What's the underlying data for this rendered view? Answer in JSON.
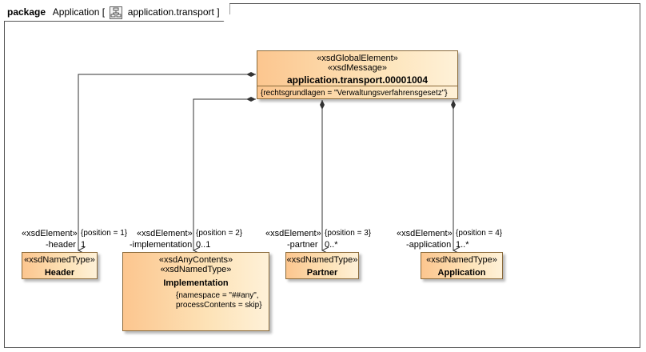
{
  "package": {
    "keyword": "package",
    "name": "Application",
    "bracket_open": "[",
    "diagram_name": "application.transport",
    "bracket_close": "]"
  },
  "root": {
    "stereotypes": [
      "«xsdGlobalElement»",
      "«xsdMessage»"
    ],
    "name": "application.transport.00001004",
    "tag": "{rechtsgrundlagen = \"Verwaltungsverfahrensgesetz\"}"
  },
  "children": [
    {
      "stereotype_edge": "«xsdElement»",
      "position_tag": "{position = 1}",
      "role": "-header",
      "multiplicity": "1",
      "stereotypes": [
        "«xsdNamedType»"
      ],
      "name": "Header"
    },
    {
      "stereotype_edge": "«xsdElement»",
      "position_tag": "{position = 2}",
      "role": "-implementation",
      "multiplicity": "0..1",
      "stereotypes": [
        "«xsdAnyContents»",
        "«xsdNamedType»"
      ],
      "name": "Implementation",
      "tags": [
        "{namespace = \"##any\",",
        "processContents = skip}"
      ]
    },
    {
      "stereotype_edge": "«xsdElement»",
      "position_tag": "{position = 3}",
      "role": "-partner",
      "multiplicity": "0..*",
      "stereotypes": [
        "«xsdNamedType»"
      ],
      "name": "Partner"
    },
    {
      "stereotype_edge": "«xsdElement»",
      "position_tag": "{position = 4}",
      "role": "-application",
      "multiplicity": "1..*",
      "stereotypes": [
        "«xsdNamedType»"
      ],
      "name": "Application"
    }
  ],
  "colors": {
    "box_gradient_start": "#fcc68f",
    "box_gradient_end": "#fef1d8",
    "box_border": "#8a6a3a",
    "line": "#333333"
  }
}
